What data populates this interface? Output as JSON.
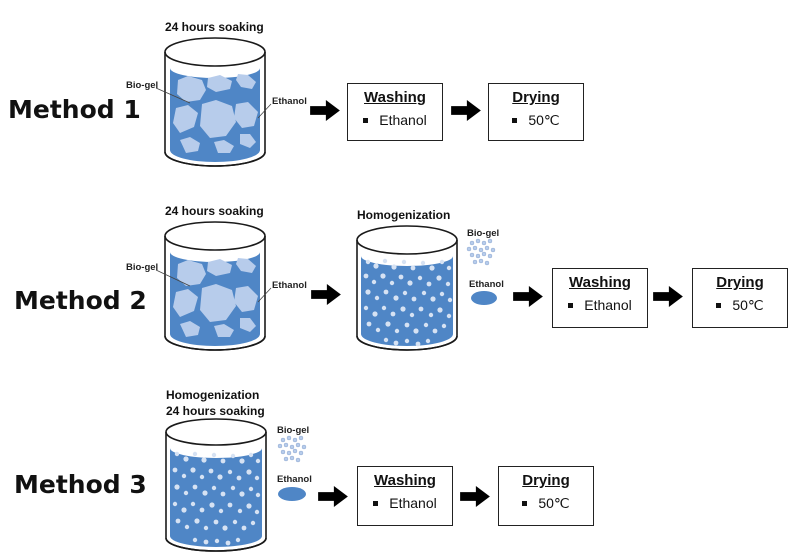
{
  "methods": [
    {
      "label": "Method 1",
      "captions": [
        "24 hours soaking"
      ],
      "container_labels": [
        "Bio-gel",
        "Ethanol"
      ],
      "steps": [
        {
          "title": "Washing",
          "item": "Ethanol"
        },
        {
          "title": "Drying",
          "item": "50℃"
        }
      ]
    },
    {
      "label": "Method 2",
      "captions": [
        "24 hours soaking",
        "Homogenization"
      ],
      "container_labels": [
        "Bio-gel",
        "Ethanol"
      ],
      "legend": {
        "biogel": "Bio-gel",
        "ethanol": "Ethanol"
      },
      "steps": [
        {
          "title": "Washing",
          "item": "Ethanol"
        },
        {
          "title": "Drying",
          "item": "50℃"
        }
      ]
    },
    {
      "label": "Method 3",
      "captions": [
        "Homogenization",
        "24 hours soaking"
      ],
      "legend": {
        "biogel": "Bio-gel",
        "ethanol": "Ethanol"
      },
      "steps": [
        {
          "title": "Washing",
          "item": "Ethanol"
        },
        {
          "title": "Drying",
          "item": "50℃"
        }
      ]
    }
  ],
  "colors": {
    "liquid": "#4f86c6",
    "gel": "#b7cceb",
    "particles": "#d6e2f3",
    "outline": "#1a1a1a",
    "arrow": "#000000"
  },
  "icons": [
    "beaker-icon",
    "right-arrow-icon",
    "particle-cluster-icon",
    "ethanol-drop-icon"
  ]
}
